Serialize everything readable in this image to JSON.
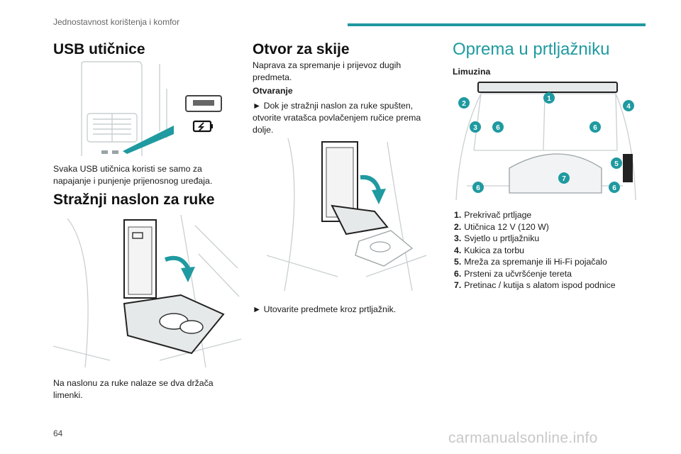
{
  "header": {
    "section": "Jednostavnost korištenja i komfor"
  },
  "usb": {
    "title": "USB utičnice",
    "text": "Svaka USB utičnica koristi se samo za napajanje i punjenje prijenosnog uređaja."
  },
  "armrest": {
    "title": "Stražnji naslon za ruke",
    "text": "Na naslonu za ruke nalaze se dva držača limenki."
  },
  "ski": {
    "title": "Otvor za skije",
    "intro": "Naprava za spremanje i prijevoz dugih predmeta.",
    "subtitle": "Otvaranje",
    "step1": "► Dok je stražnji naslon za ruke spušten, otvorite vratašca povlačenjem ručice prema dolje.",
    "step2": "► Utovarite predmete kroz prtljažnik."
  },
  "boot": {
    "title": "Oprema u prtljažniku",
    "subtitle": "Limuzina",
    "legend": [
      {
        "num": "1.",
        "label": "Prekrivač prtljage"
      },
      {
        "num": "2.",
        "label": "Utičnica 12 V (120 W)"
      },
      {
        "num": "3.",
        "label": "Svjetlo u prtljažniku"
      },
      {
        "num": "4.",
        "label": "Kukica za torbu"
      },
      {
        "num": "5.",
        "label": "Mreža za spremanje ili Hi-Fi pojačalo"
      },
      {
        "num": "6.",
        "label": "Prsteni za učvršćenje tereta"
      },
      {
        "num": "7.",
        "label": "Pretinac / kutija s alatom ispod podnice"
      }
    ],
    "callouts": [
      "1",
      "2",
      "3",
      "4",
      "5",
      "6",
      "6",
      "6",
      "6",
      "7"
    ]
  },
  "footer": {
    "page": "64",
    "watermark": "carmanualsonline.info"
  },
  "colors": {
    "accent": "#1f9aa0",
    "text": "#1a1a1a"
  }
}
